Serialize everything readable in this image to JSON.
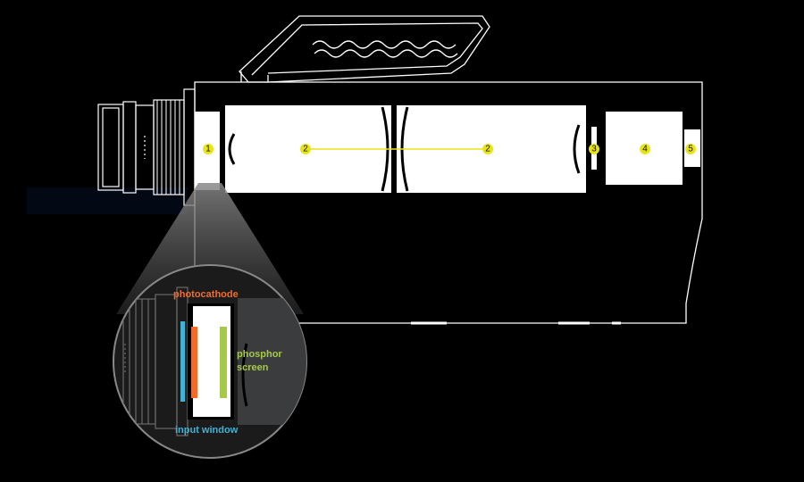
{
  "colors": {
    "background": "#000000",
    "outline": "#ffffff",
    "component_fill": "#ffffff",
    "marker": "#e8e41a",
    "photocathode": "#f26b2a",
    "phosphor_screen": "#a6c94a",
    "input_window": "#3fb2d6",
    "magnifier_fill": "#1a1a1a"
  },
  "markers": {
    "m1": "1",
    "m2a": "2",
    "m2b": "2",
    "m3": "3",
    "m4": "4",
    "m5": "5"
  },
  "callouts": {
    "photocathode": "photocathode",
    "phosphor_line1": "phosphor",
    "phosphor_line2": "screen",
    "input_window": "input window"
  }
}
